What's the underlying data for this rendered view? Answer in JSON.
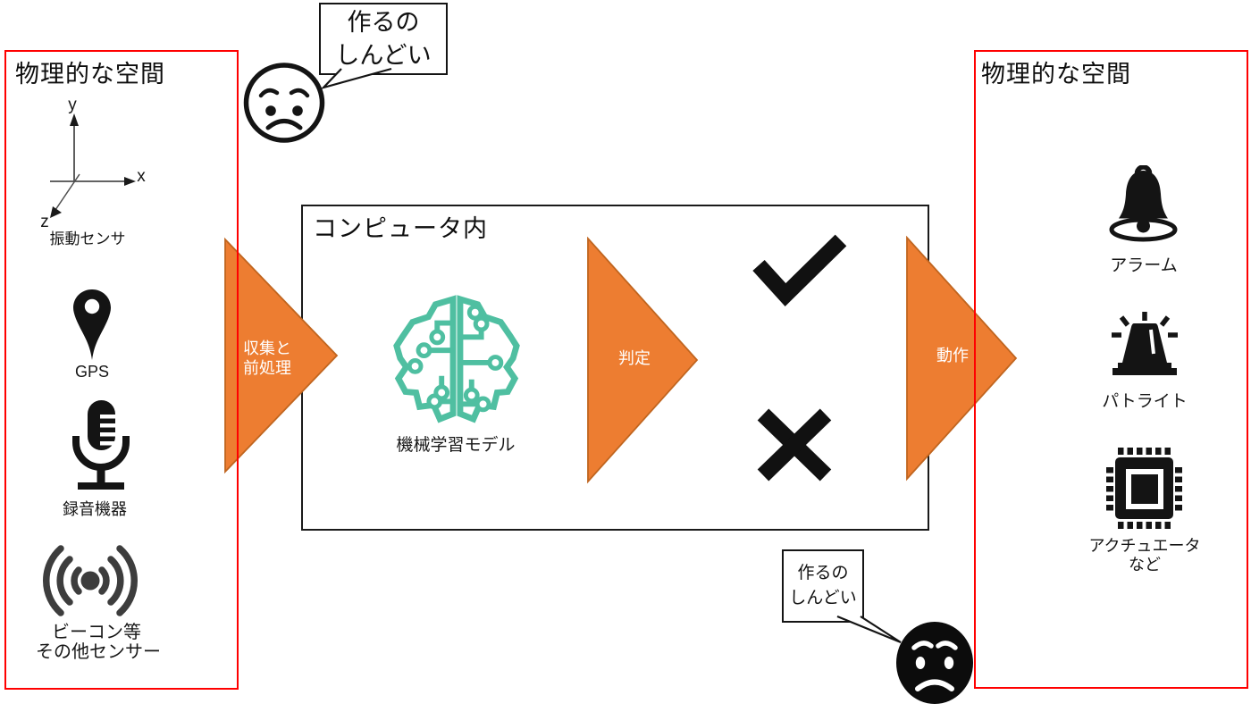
{
  "colors": {
    "accent_orange": "#ED7D31",
    "accent_orange_border": "#C0651F",
    "brain_teal": "#4FBFA1",
    "box_red": "#FF0000",
    "ink_black": "#141414",
    "axis_gray": "#4D4D4D"
  },
  "left_box": {
    "title": "物理的な空間",
    "axis": {
      "x": "x",
      "y": "y",
      "z": "z",
      "caption": "振動センサ"
    },
    "sensors": {
      "gps_label": "GPS",
      "mic_label": "録音機器",
      "beacon_label_line1": "ビーコン等",
      "beacon_label_line2": "その他センサー"
    }
  },
  "computer_box": {
    "title": "コンピュータ内",
    "model_caption": "機械学習モデル"
  },
  "right_box": {
    "title": "物理的な空間",
    "outputs": {
      "alarm_label": "アラーム",
      "patlite_label": "パトライト",
      "actuator_label_line1": "アクチュエータ",
      "actuator_label_line2": "など"
    }
  },
  "arrows": {
    "collect": {
      "line1": "収集と",
      "line2": "前処理"
    },
    "judge": "判定",
    "action": "動作"
  },
  "bubble_top": {
    "line1": "作るの",
    "line2": "しんどい"
  },
  "bubble_bottom": {
    "line1": "作るの",
    "line2": "しんどい"
  }
}
